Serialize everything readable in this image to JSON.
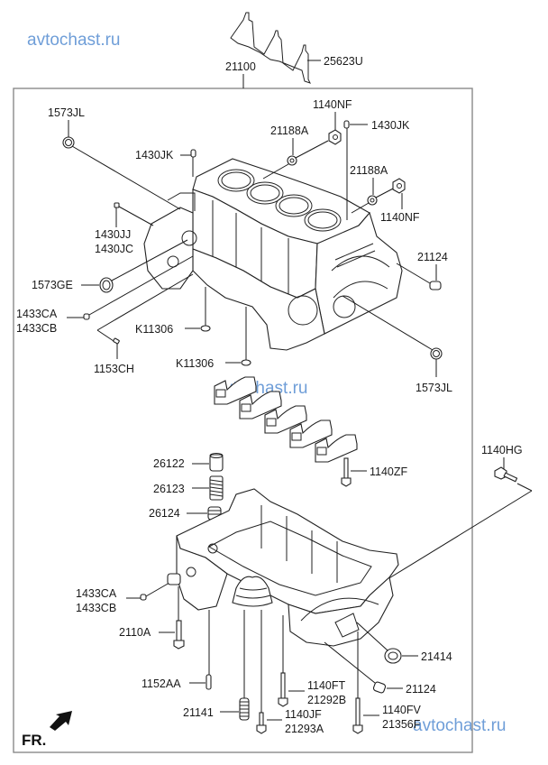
{
  "watermarks": [
    "avtochast.ru",
    "avtochast.ru",
    "avtochast.ru"
  ],
  "assembly": {
    "main_label": "21100",
    "gasket_label": "25623U",
    "direction_label": "FR."
  },
  "callouts": {
    "oil_seal_front": "1573JL",
    "dowel_top_left": "1430JK",
    "nut_top_1": "1140NF",
    "washer_top_1": "21188A",
    "dowel_top_right": "1430JK",
    "washer_top_2": "21188A",
    "nut_top_2": "1140NF",
    "plug_jj": "1430JJ",
    "plug_jc": "1430JC",
    "seal_ge": "1573GE",
    "plug_ca_top": "1433CA",
    "plug_cb_top": "1433CB",
    "k_ring_1": "K11306",
    "k_ring_2": "K11306",
    "bolt_ch": "1153CH",
    "dowel_right": "21124",
    "oil_seal_rear": "1573JL",
    "relief_cap": "26122",
    "relief_spring": "26123",
    "relief_plug": "26124",
    "bolt_zf": "1140ZF",
    "bolt_hg": "1140HG",
    "plug_ca_bottom": "1433CA",
    "plug_cb_bottom": "1433CB",
    "bolt_110a": "2110A",
    "pin_aa": "1152AA",
    "clip_21414": "21414",
    "dowel_bottom": "21124",
    "bolt_ft": "1140FT",
    "bolt_292b": "21292B",
    "stud_21141": "21141",
    "bolt_jf": "1140JF",
    "bolt_293a": "21293A",
    "bolt_fv": "1140FV",
    "bolt_356f": "21356F"
  },
  "icons": {
    "direction_arrow": "arrow-down-left-icon"
  },
  "colors": {
    "watermark": "#6f9ed8",
    "frame": "#8a8a8a",
    "ink": "#1a1a1a"
  }
}
